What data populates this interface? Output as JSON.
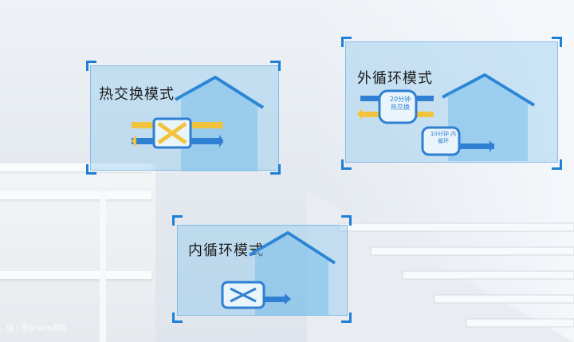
{
  "modes": {
    "heat_exchange": {
      "title": "热交换模式"
    },
    "outer_circulation": {
      "title": "外循环模式",
      "device_top_text": "20分钟 热交换",
      "device_bottom_text": "10分钟 内循环"
    },
    "inner_circulation": {
      "title": "内循环模式"
    }
  },
  "watermark": "值 | 得@Yann讲院",
  "colors": {
    "frame": "#1f7fd6",
    "house_stroke": "#2b86d6",
    "arrow_yellow": "#f2c33d",
    "arrow_blue": "#2f7fd3"
  }
}
